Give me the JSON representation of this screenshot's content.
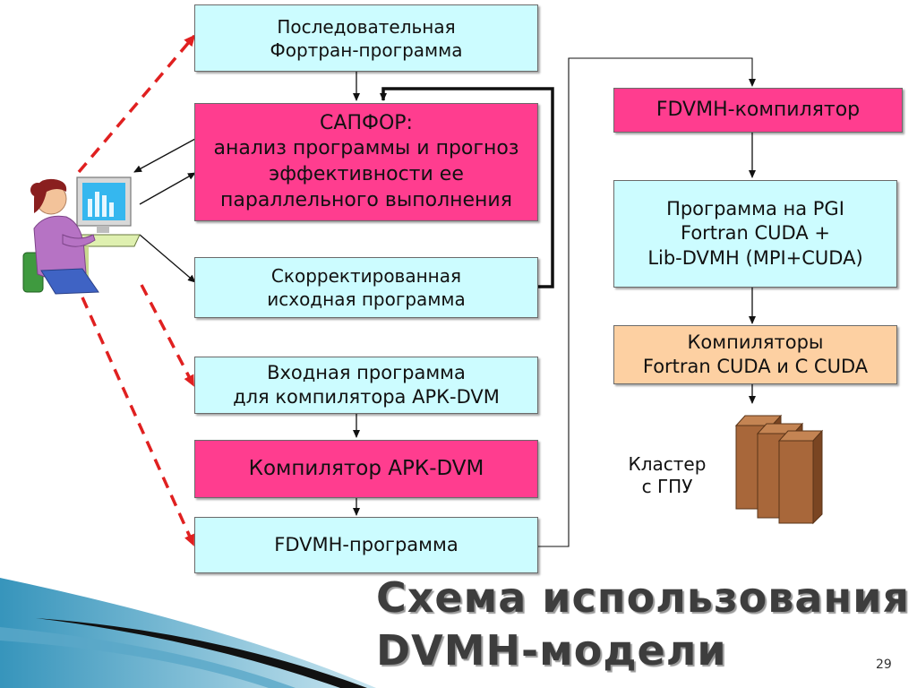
{
  "boxes": {
    "sequential_program": "Последовательная\nФортран-программа",
    "sapfor": "САПФОР:\nанализ программы и прогноз\nэффективности ее\nпараллельного выполнения",
    "corrected_program": "Скорректированная\nисходная программа",
    "input_program": "Входная программа\nдля компилятора АРК-DVM",
    "ark_dvm_compiler": "Компилятор АРК-DVM",
    "fdvmh_program": "FDVMH-программа",
    "fdvmh_compiler": "FDVMH-компилятор",
    "pgi_program": "Программа на PGI\nFortran CUDA +\nLib-DVMH  (MPI+CUDA)",
    "compilers": "Компиляторы\nFortran CUDA и C CUDA"
  },
  "cluster_label": "Кластер\nс ГПУ",
  "slide_title": "Схема использования\nDVMH-модели",
  "page_number": "29",
  "colors": {
    "cyan_box": "#ccfcff",
    "pink_box": "#ff3d8f",
    "peach_box": "#fdd0a2",
    "dashed_arrow": "#e02020",
    "cluster_brown": "#a8673a"
  },
  "icons": [
    "user-at-computer-icon",
    "gpu-cluster-icon"
  ]
}
